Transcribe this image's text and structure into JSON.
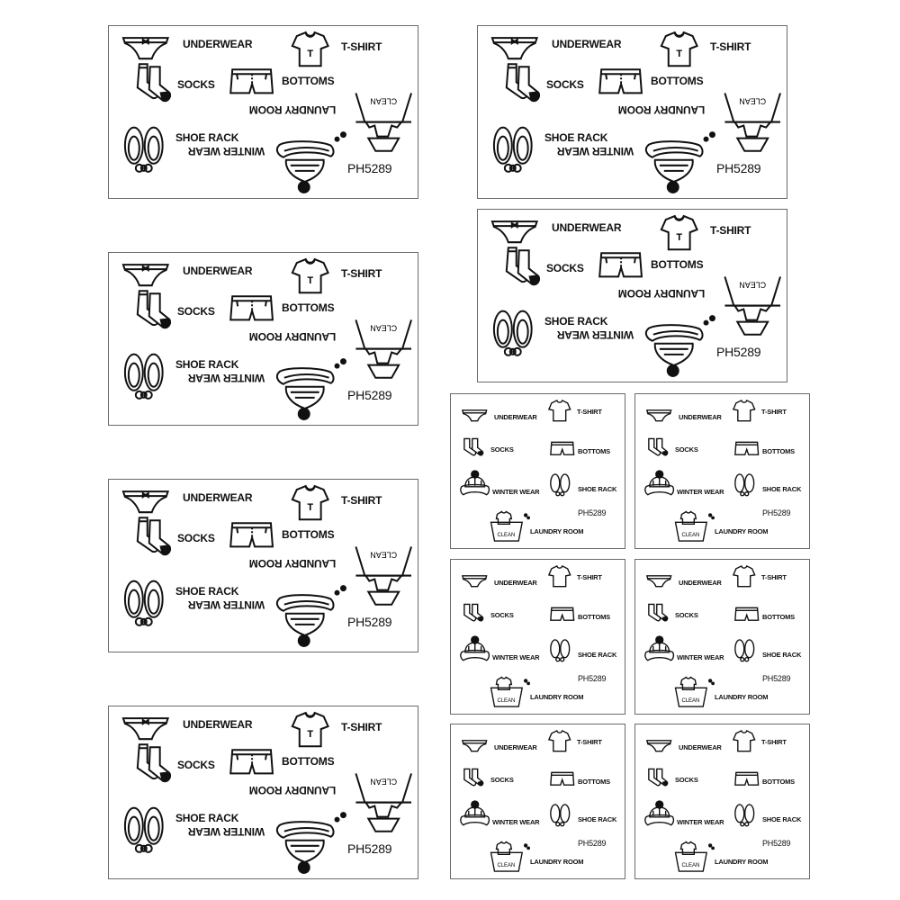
{
  "labels": {
    "underwear": "UNDERWEAR",
    "tshirt": "T-SHIRT",
    "socks": "SOCKS",
    "bottoms": "BOTTOMS",
    "laundry": "LAUNDRY ROOM",
    "shoe": "SHOE RACK",
    "winter": "WINTER WEAR",
    "code": "PH5289",
    "clean": "CLEAN",
    "tee_letter": "T"
  }
}
